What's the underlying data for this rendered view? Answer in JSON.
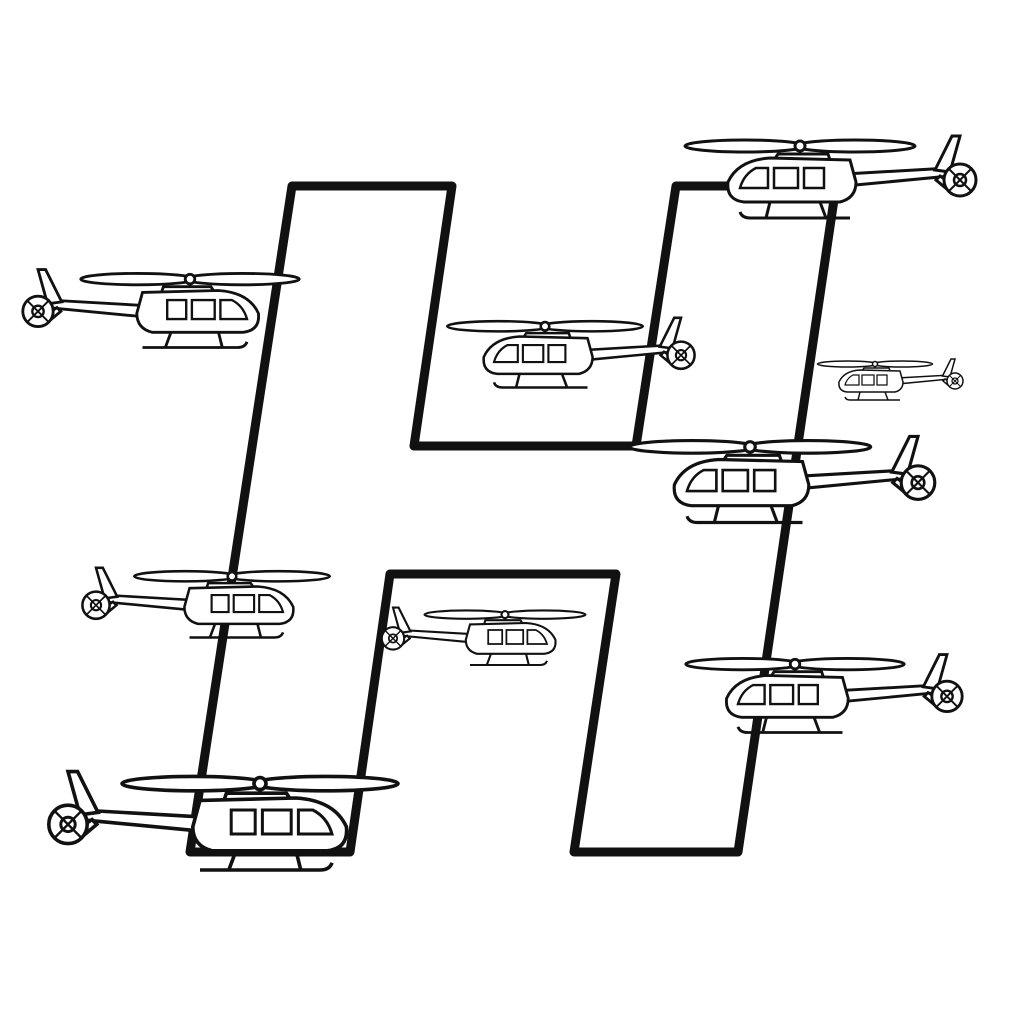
{
  "colors": {
    "background": "#ffffff",
    "ink": "#111111"
  },
  "letter": {
    "character": "H",
    "style": "outlined-italic"
  },
  "helicopters": [
    {
      "name": "helicopter-top-right",
      "facing": "left"
    },
    {
      "name": "helicopter-upper-left",
      "facing": "right"
    },
    {
      "name": "helicopter-upper-middle",
      "facing": "left"
    },
    {
      "name": "helicopter-small-right",
      "facing": "left"
    },
    {
      "name": "helicopter-middle-right",
      "facing": "left"
    },
    {
      "name": "helicopter-middle-left",
      "facing": "right"
    },
    {
      "name": "helicopter-center-small",
      "facing": "right"
    },
    {
      "name": "helicopter-lower-right",
      "facing": "left"
    },
    {
      "name": "helicopter-bottom-left",
      "facing": "right"
    }
  ]
}
